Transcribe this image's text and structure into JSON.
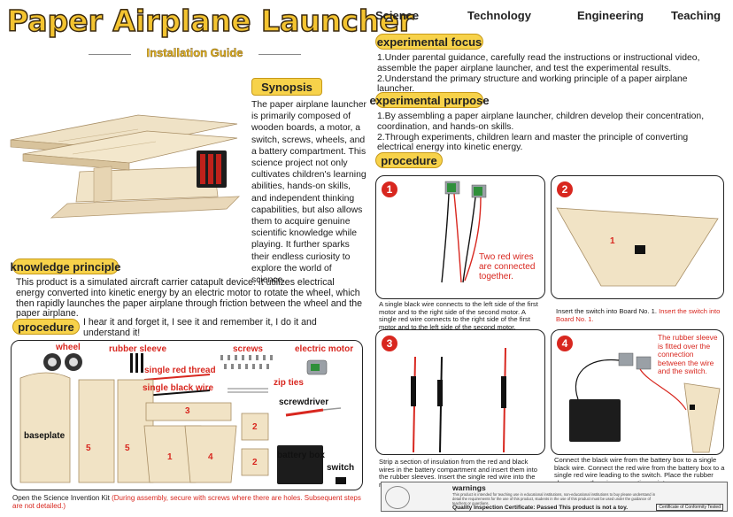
{
  "header": {
    "title": "Paper Airplane Launcher",
    "subtitle": "Installation Guide",
    "nav": [
      "Science",
      "Technology",
      "Engineering",
      "Teaching"
    ]
  },
  "synopsis": {
    "label": "Synopsis",
    "text": "The paper airplane launcher is primarily composed of wooden boards, a motor, a switch, screws, wheels, and a battery compartment. This science project not only cultivates children's learning abilities, hands-on skills, and independent thinking capabilities, but also allows them to acquire genuine scientific knowledge while playing. It further sparks their endless curiosity to explore the world of science."
  },
  "knowledge": {
    "label": "knowledge principle",
    "text": "This product is a simulated aircraft carrier catapult device. It utilizes electrical energy converted into kinetic energy by an electric motor to rotate the wheel, which then rapidly launches the paper airplane through friction between the wheel and the paper airplane."
  },
  "procedure_left": {
    "label": "procedure",
    "quote": "I hear it and forget it, I see it and remember it, I do it and understand it!"
  },
  "kit": {
    "labels": {
      "wheel": "wheel",
      "rubber_sleeve": "rubber sleeve",
      "screws": "screws",
      "electric_motor": "electric motor",
      "single_red_thread": "single red thread",
      "single_black_wire": "single black wire",
      "zip_ties": "zip ties",
      "screwdriver": "screwdriver",
      "baseplate": "baseplate",
      "battery_box": "battery box",
      "switch": "switch"
    },
    "board_numbers": [
      "5",
      "5",
      "3",
      "1",
      "4",
      "2",
      "2"
    ],
    "footer_title": "Open the Science Invention Kit",
    "footer_note": "(During assembly, secure with screws where there are holes. Subsequent steps are not detailed.)"
  },
  "experimental_focus": {
    "label": "experimental focus",
    "items": [
      "1.Under parental guidance, carefully read the instructions or instructional video, assemble the paper airplane launcher, and test the experimental results.",
      "2.Understand the primary structure and working principle of a paper airplane launcher."
    ]
  },
  "experimental_purpose": {
    "label": "experimental purpose",
    "items": [
      "1.By assembling a paper airplane launcher, children develop their concentration, coordination, and hands-on skills.",
      "2.Through experiments, children learn and master the principle of converting electrical energy into kinetic energy."
    ]
  },
  "procedure_right": {
    "label": "procedure"
  },
  "steps": [
    {
      "number": "1",
      "callout": "Two red wires are connected together.",
      "caption": "A single black wire connects to the left side of the first motor and to the right side of the second motor. A single red wire connects to the right side of the first motor and to the left side of the second motor."
    },
    {
      "number": "2",
      "board_number": "1",
      "caption_black": "Insert the switch into Board No. 1.",
      "caption_red": "Insert the switch into Board No. 1."
    },
    {
      "number": "3",
      "caption": "Strip a section of insulation from the red and black wires in the battery compartment and insert them into the rubber sleeves. Insert the single red wire into the rubber sleeve."
    },
    {
      "number": "4",
      "callout": "The rubber sleeve is fitted over the connection between the wire and the switch.",
      "caption": "Connect the black wire from the battery box to a single black wire. Connect the red wire from the battery box to a single red wire leading to the switch. Place the rubber sleeve over the wire connection point."
    }
  ],
  "warnings": {
    "title": "warnings",
    "text": "This product is intended for teaching use in educational institutions, non-educational institutions to buy please understand in detail the requirements for the use of this product, students in the use of this product must be used under the guidance of teachers or guardians.",
    "certificate": "Quality Inspection Certificate: Passed This product is not a toy.",
    "cert_badge": "Certificate of Conformity Tested"
  },
  "colors": {
    "accent_yellow": "#f7d24a",
    "title_yellow": "#f4c430",
    "badge_red": "#d8271f"
  }
}
